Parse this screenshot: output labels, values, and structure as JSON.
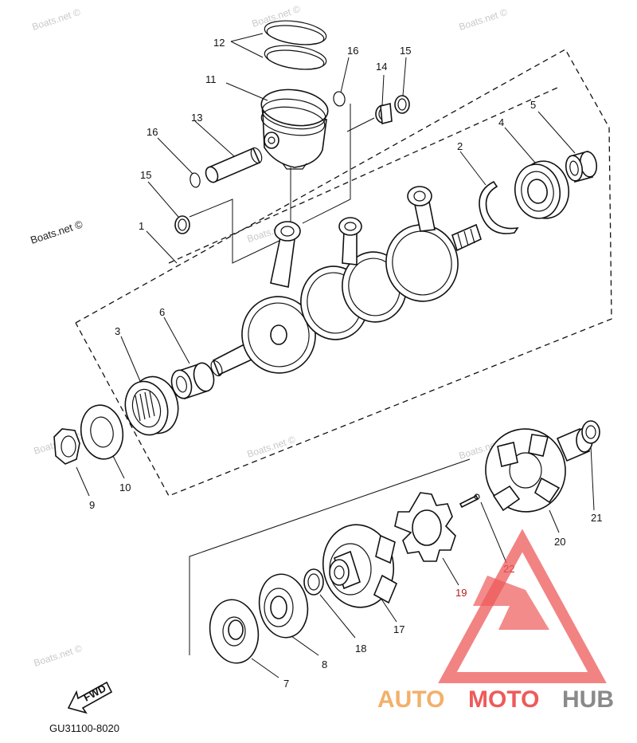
{
  "diagram": {
    "drawing_code": "GU31100-8020",
    "fwd_label": "FWD",
    "watermarks": [
      "Boats.net ©",
      "Boats.net ©",
      "Boats.net ©",
      "Boats.net ©",
      "Boats.net ©",
      "Boats.net ©",
      "Boats.net ©",
      "Boats.net ©"
    ],
    "dark_watermark": "Boats.net ©",
    "callouts": {
      "c1": "1",
      "c2": "2",
      "c3": "3",
      "c4": "4",
      "c5": "5",
      "c6": "6",
      "c7": "7",
      "c8": "8",
      "c9": "9",
      "c10": "10",
      "c11": "11",
      "c12": "12",
      "c13": "13",
      "c14": "14",
      "c15a": "15",
      "c15b": "15",
      "c16a": "16",
      "c16b": "16",
      "c17": "17",
      "c18": "18",
      "c19": "19",
      "c20": "20",
      "c21": "21",
      "c22": "22"
    }
  },
  "brand": {
    "part1": "AUTO",
    "part2": "MOTO",
    "part3": "HUB",
    "color_orange": "#f2b06a",
    "color_red": "#ee5a5a",
    "color_gray": "#8a8a8a"
  }
}
